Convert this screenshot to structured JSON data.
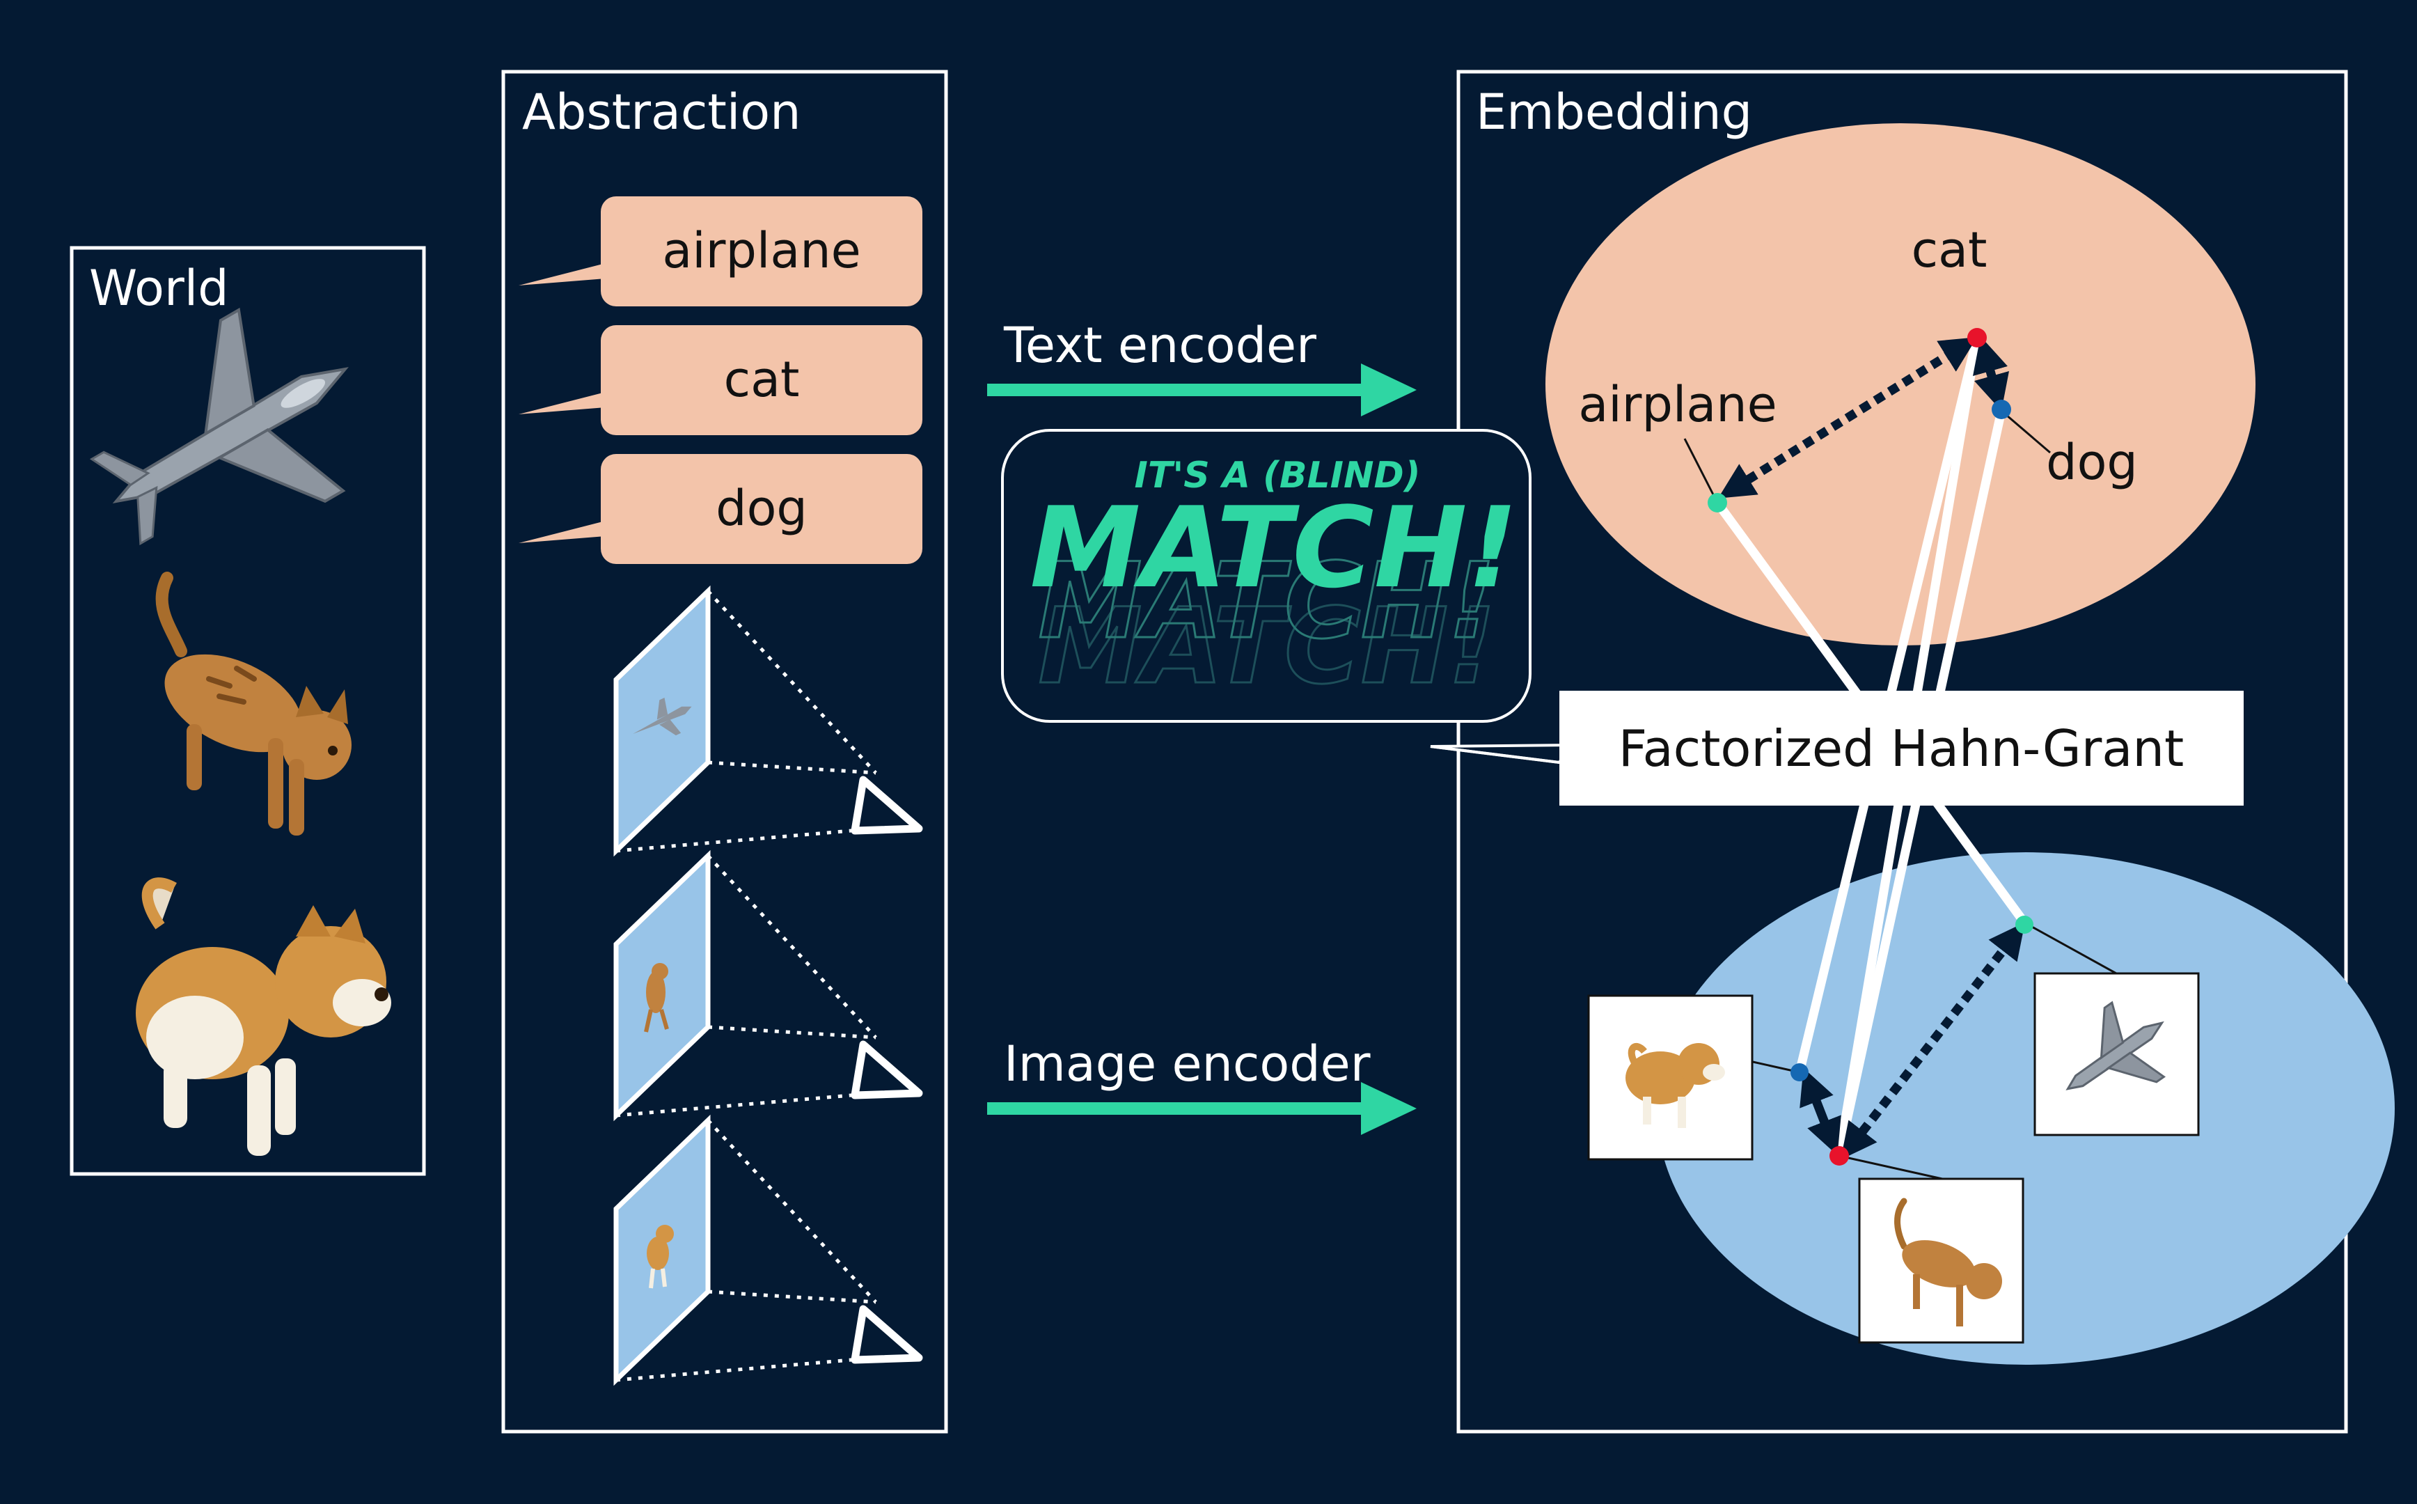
{
  "world": {
    "title": "World"
  },
  "abstraction": {
    "title": "Abstraction",
    "labels": [
      "airplane",
      "cat",
      "dog"
    ]
  },
  "encoders": {
    "text": "Text encoder",
    "image": "Image encoder"
  },
  "embedding": {
    "title": "Embedding",
    "text_points": {
      "cat": "cat",
      "airplane": "airplane",
      "dog": "dog"
    }
  },
  "badge": {
    "kicker": "IT'S A (BLIND)",
    "headline": "MATCH!",
    "echo": "MATCH!"
  },
  "method_label": "Factorized Hahn-Grant",
  "colors": {
    "background": "#041a33",
    "accent": "#2fd6a3",
    "text_space": "#f3c4aa",
    "image_space": "#98c4e8",
    "point_red": "#e8132b",
    "point_blue": "#1568b3",
    "point_green": "#2fd6a3"
  },
  "icons": {
    "world_objects": [
      "airplane-image",
      "cat-image",
      "dog-image"
    ],
    "cameras": [
      "camera-icon",
      "camera-icon",
      "camera-icon"
    ]
  }
}
